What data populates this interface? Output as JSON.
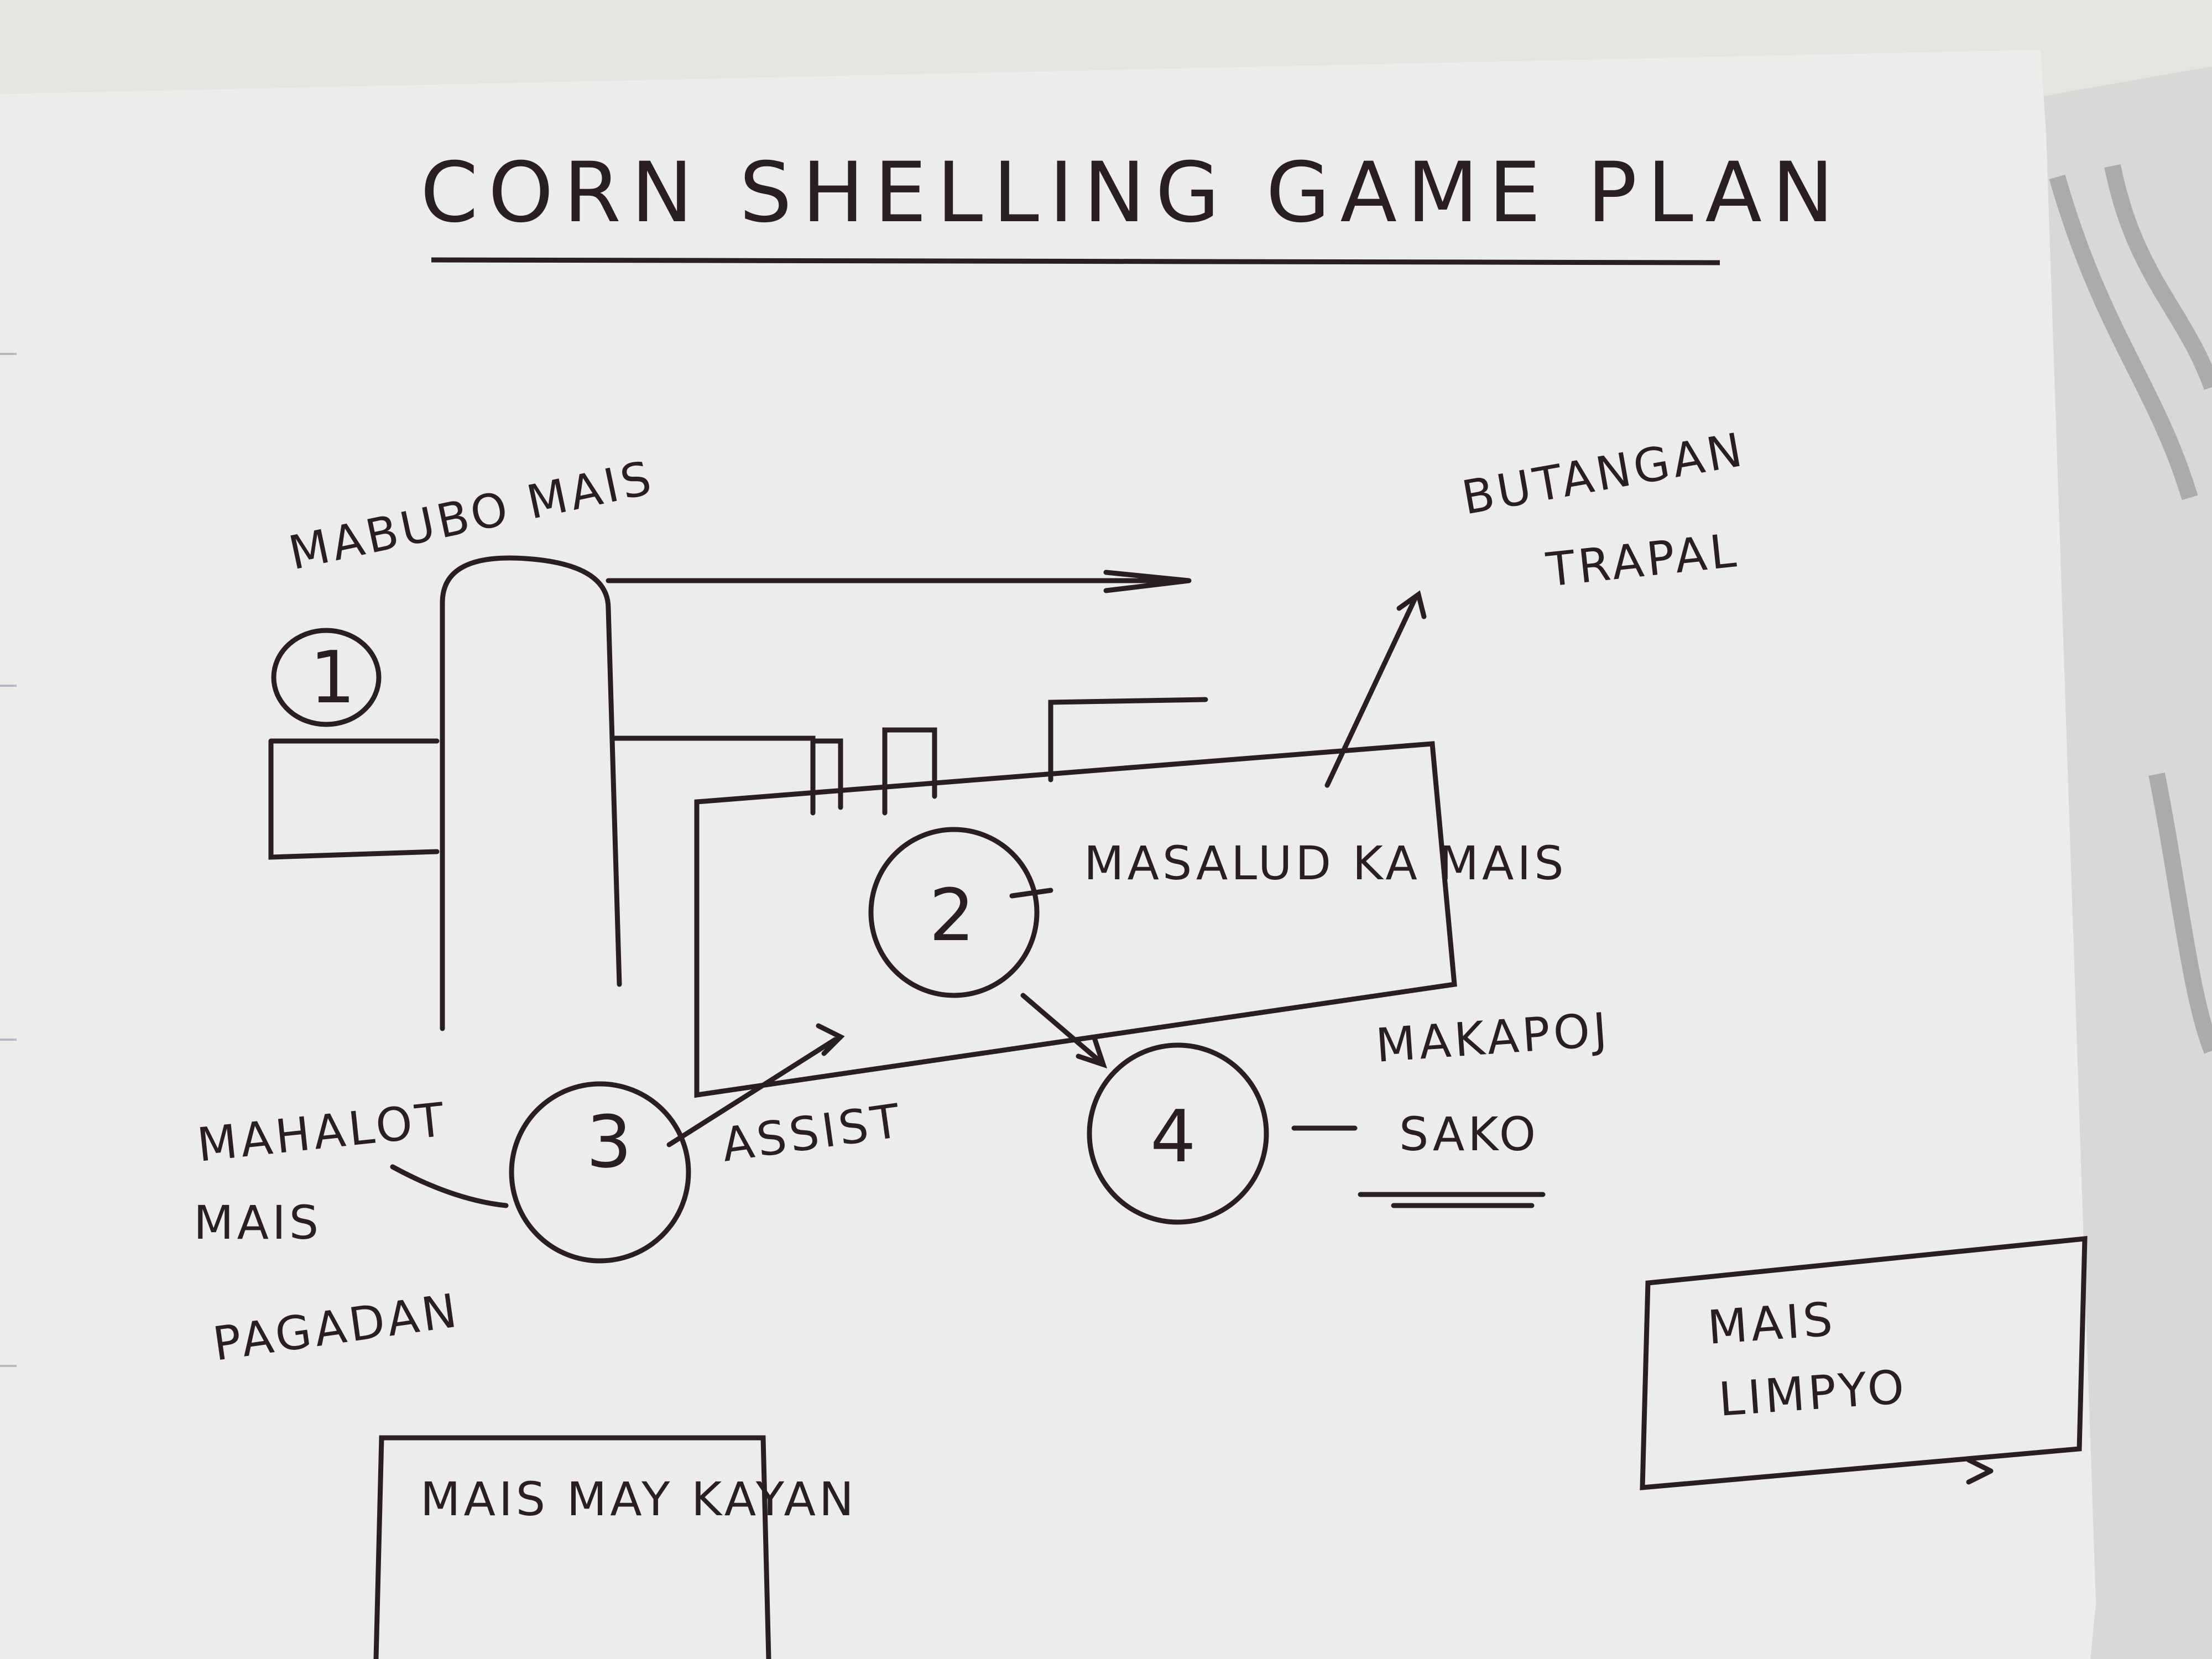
{
  "title": "CORN SHELLING GAME PLAN",
  "labels": {
    "station1_label": "MABUBO MAIS",
    "station2_label": "MASALUD KA MAIS",
    "station3_label_line1": "MAHALOT",
    "station3_label_line2": "MAIS",
    "station3_label_line3": "PAGADAN",
    "assist": "ASSIST",
    "station4_label_line1": "MAKAPOJ",
    "station4_label_line2": "SAKO",
    "exit_label_line1": "BUTANGAN",
    "exit_label_line2": "TRAPAL",
    "box_left_label": "MAIS MAY KAYAN",
    "box_right_label_line1": "MAIS",
    "box_right_label_line2": "LIMPYO"
  },
  "stations": [
    {
      "number": "1"
    },
    {
      "number": "2"
    },
    {
      "number": "3"
    },
    {
      "number": "4"
    }
  ],
  "colors": {
    "ink": "#2a1e24",
    "paper": "#ecedeb",
    "background": "#c9c9c4"
  }
}
